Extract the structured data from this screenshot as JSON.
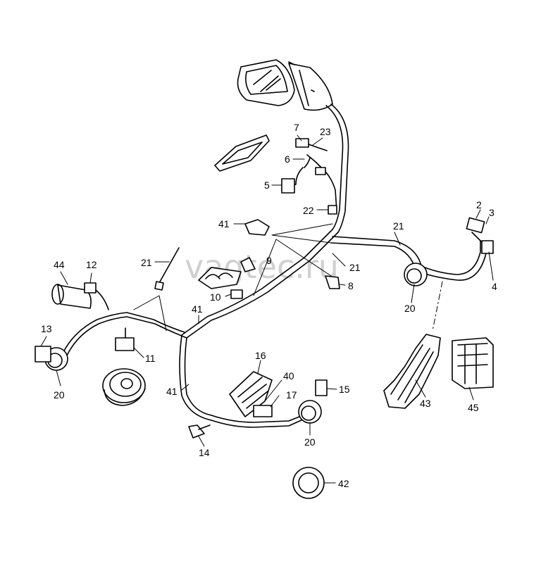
{
  "watermark": "vagtec.ru",
  "callouts": {
    "c2": "2",
    "c3": "3",
    "c4": "4",
    "c5": "5",
    "c6": "6",
    "c7": "7",
    "c8": "8",
    "c9": "9",
    "c10": "10",
    "c11": "11",
    "c12": "12",
    "c13": "13",
    "c14": "14",
    "c15": "15",
    "c16": "16",
    "c17": "17",
    "c20a": "20",
    "c20b": "20",
    "c20c": "20",
    "c21a": "21",
    "c21b": "21",
    "c21c": "21",
    "c22": "22",
    "c23": "23",
    "c40": "40",
    "c41a": "41",
    "c41b": "41",
    "c41c": "41",
    "c42": "42",
    "c43": "43",
    "c44": "44",
    "c45": "45"
  }
}
